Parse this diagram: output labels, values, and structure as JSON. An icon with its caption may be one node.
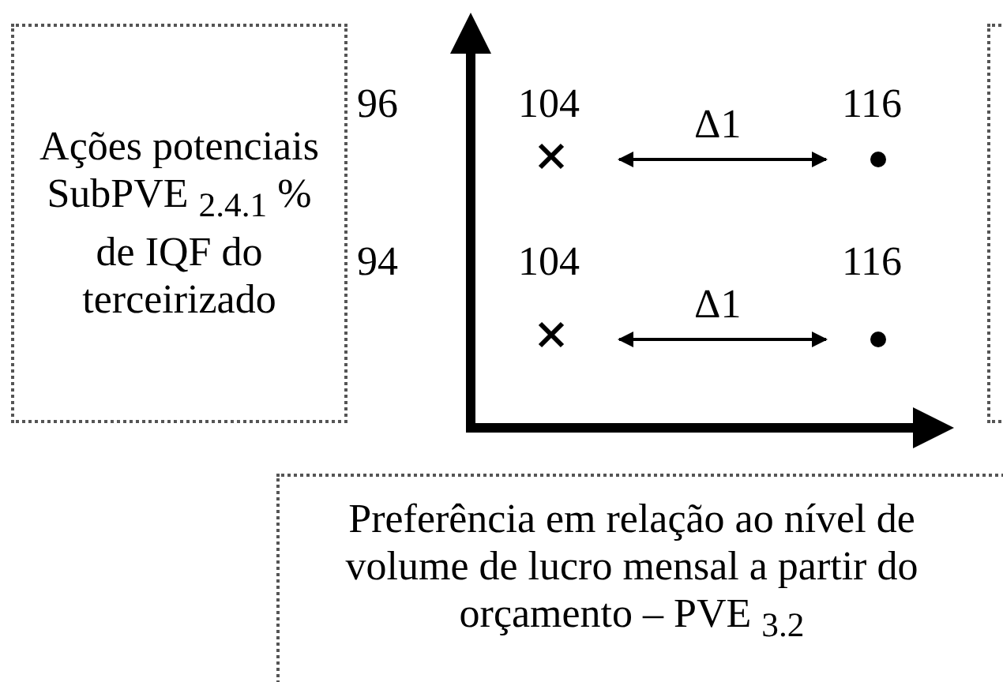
{
  "diagram": {
    "nodes": [
      {
        "text": [
          "Ações potenciais SubPVE $_{2.4.1}$ % de IQF do terceirizado"
        ]
      },
      {
        "text": [],
        "shape": "cross",
        "beside": [
          "104"
        ]
      },
      {
        "text": [],
        "shape": "dot",
        "beside": [
          "116"
        ]
      },
      {
        "text": [],
        "shape": "box"
      },
      {
        "text": [],
        "shape": "cross",
        "beside": [
          "104"
        ]
      },
      {
        "text": [],
        "shape": "dot",
        "beside": [
          "116"
        ]
      },
      {
        "text": [
          "Preferência em relação ao nível de volume de lucro mensal a partir do orçamento – PVE $_{3.2}$"
        ]
      }
    ],
    "edges": [
      {
        "from": 1,
        "to": 2,
        "arrow": "both",
        "label": "Δ1"
      },
      {
        "from": 4,
        "to": 5,
        "arrow": "both",
        "label": "Δ1"
      }
    ],
    "labels": [
      "96",
      "94"
    ]
  }
}
